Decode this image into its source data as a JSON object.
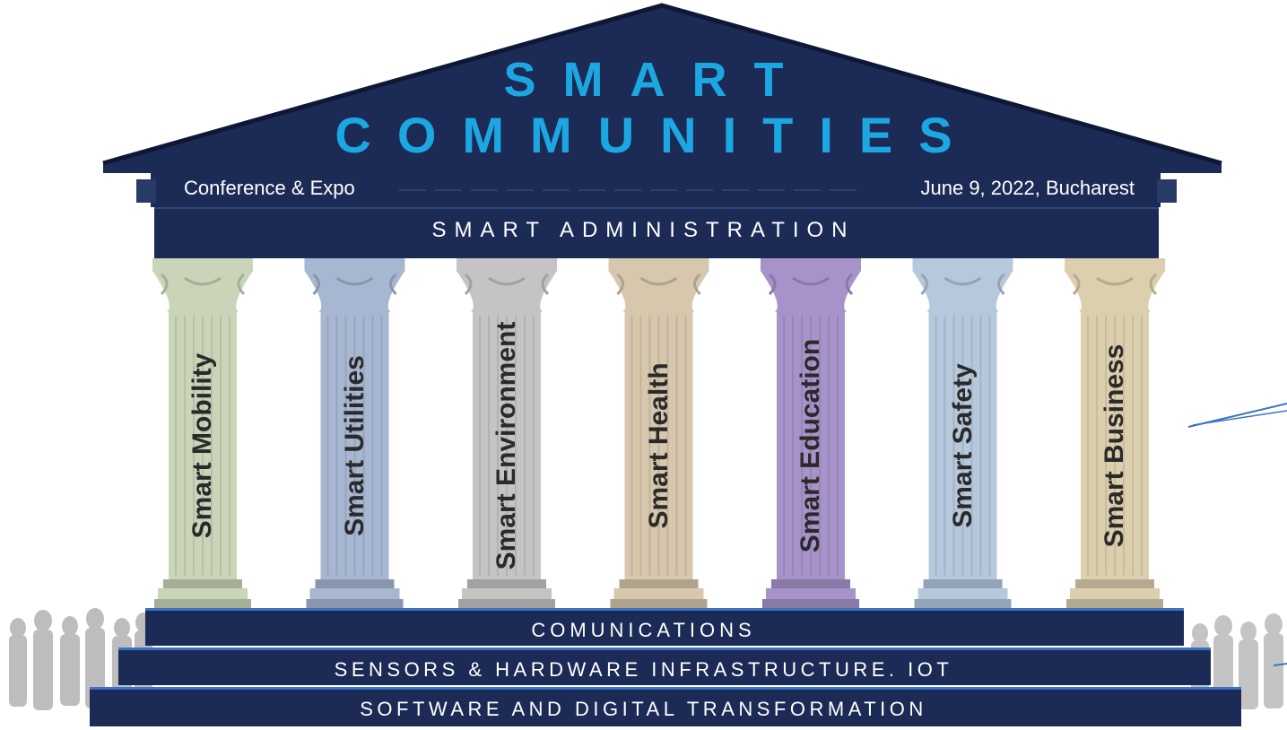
{
  "title": {
    "line1": "SMART",
    "line2": "COMMUNITIES"
  },
  "banner": {
    "left": "Conference & Expo",
    "right": "June 9, 2022, Bucharest"
  },
  "beam": "SMART ADMINISTRATION",
  "pillars": [
    {
      "label": "Smart Mobility",
      "color": "#c9d4b8"
    },
    {
      "label": "Smart Utilities",
      "color": "#a7b7d2"
    },
    {
      "label": "Smart Environment",
      "color": "#c5c3c3"
    },
    {
      "label": "Smart Health",
      "color": "#d6c7ad"
    },
    {
      "label": "Smart Education",
      "color": "#a793c9"
    },
    {
      "label": "Smart Safety",
      "color": "#b6c8dc"
    },
    {
      "label": "Smart Business",
      "color": "#dccfae"
    }
  ],
  "steps": [
    "COMUNICATIONS",
    "SENSORS & HARDWARE INFRASTRUCTURE. IOT",
    "SOFTWARE AND DIGITAL TRANSFORMATION"
  ],
  "colors": {
    "navy": "#1b2b55",
    "accent": "#1da7e2",
    "edge": "#3b73c4"
  }
}
